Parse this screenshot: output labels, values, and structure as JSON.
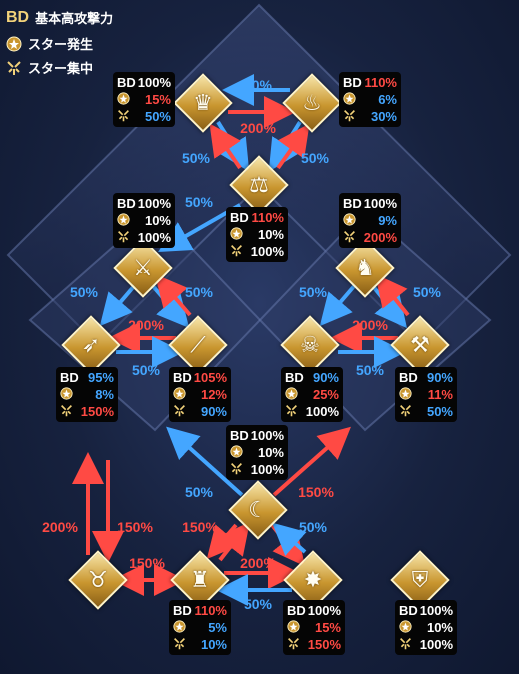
{
  "legend": {
    "bd_abbr": "BD",
    "bd_label": "基本高攻撃力",
    "star_gen_label": "スター発生",
    "star_focus_label": "スター集中"
  },
  "colors": {
    "red": "#ff4a44",
    "blue": "#44a6ff",
    "gold": "#e0b14a"
  },
  "nodes": [
    {
      "id": "caster",
      "icon": "caster-class-icon",
      "glyph": "♛"
    },
    {
      "id": "berserker-top",
      "icon": "flame-mask-icon",
      "glyph": "♨"
    },
    {
      "id": "ruler",
      "icon": "scales-icon",
      "glyph": "⚖"
    },
    {
      "id": "saber",
      "icon": "sword-icon",
      "glyph": "⚔"
    },
    {
      "id": "archer",
      "icon": "bow-icon",
      "glyph": "➶"
    },
    {
      "id": "lancer",
      "icon": "lance-icon",
      "glyph": "⟋"
    },
    {
      "id": "rider",
      "icon": "horse-icon",
      "glyph": "♞"
    },
    {
      "id": "assassin",
      "icon": "skull-icon",
      "glyph": "☠"
    },
    {
      "id": "berserker",
      "icon": "axe-icon",
      "glyph": "⚒"
    },
    {
      "id": "moon",
      "icon": "moon-cancer-icon",
      "glyph": "☾"
    },
    {
      "id": "beast",
      "icon": "beast-icon",
      "glyph": "♉"
    },
    {
      "id": "shielder",
      "icon": "shielder-icon",
      "glyph": "♜"
    },
    {
      "id": "foreigner",
      "icon": "star-burst-icon",
      "glyph": "✸"
    },
    {
      "id": "alter",
      "icon": "crest-icon",
      "glyph": "⛨"
    }
  ],
  "stats": [
    {
      "id": "caster",
      "bd": "100%",
      "bd_c": "white",
      "gen": "15%",
      "gen_c": "red",
      "foc": "50%",
      "foc_c": "blue"
    },
    {
      "id": "berserker-top",
      "bd": "110%",
      "bd_c": "red",
      "gen": "6%",
      "gen_c": "blue",
      "foc": "30%",
      "foc_c": "blue"
    },
    {
      "id": "ruler",
      "bd": "110%",
      "bd_c": "red",
      "gen": "10%",
      "gen_c": "white",
      "foc": "100%",
      "foc_c": "white"
    },
    {
      "id": "saber",
      "bd": "100%",
      "bd_c": "white",
      "gen": "10%",
      "gen_c": "white",
      "foc": "100%",
      "foc_c": "white"
    },
    {
      "id": "rider",
      "bd": "100%",
      "bd_c": "white",
      "gen": "9%",
      "gen_c": "blue",
      "foc": "200%",
      "foc_c": "red"
    },
    {
      "id": "archer",
      "bd": "95%",
      "bd_c": "blue",
      "gen": "8%",
      "gen_c": "blue",
      "foc": "150%",
      "foc_c": "red"
    },
    {
      "id": "lancer",
      "bd": "105%",
      "bd_c": "red",
      "gen": "12%",
      "gen_c": "red",
      "foc": "90%",
      "foc_c": "blue"
    },
    {
      "id": "assassin",
      "bd": "90%",
      "bd_c": "blue",
      "gen": "25%",
      "gen_c": "red",
      "foc": "100%",
      "foc_c": "white"
    },
    {
      "id": "berserker",
      "bd": "90%",
      "bd_c": "blue",
      "gen": "11%",
      "gen_c": "red",
      "foc": "50%",
      "foc_c": "blue"
    },
    {
      "id": "moon",
      "bd": "100%",
      "bd_c": "white",
      "gen": "10%",
      "gen_c": "white",
      "foc": "100%",
      "foc_c": "white"
    },
    {
      "id": "shielder",
      "bd": "110%",
      "bd_c": "red",
      "gen": "5%",
      "gen_c": "blue",
      "foc": "10%",
      "foc_c": "blue"
    },
    {
      "id": "foreigner",
      "bd": "100%",
      "bd_c": "white",
      "gen": "15%",
      "gen_c": "red",
      "foc": "150%",
      "foc_c": "red"
    },
    {
      "id": "alter",
      "bd": "100%",
      "bd_c": "white",
      "gen": "10%",
      "gen_c": "white",
      "foc": "100%",
      "foc_c": "white"
    }
  ],
  "arrow_labels": [
    {
      "id": "top-horizontal-blue",
      "text": "50%",
      "color": "blue"
    },
    {
      "id": "top-horizontal-red",
      "text": "200%",
      "color": "red"
    },
    {
      "id": "top-left-diag",
      "text": "50%",
      "color": "blue"
    },
    {
      "id": "top-right-diag",
      "text": "50%",
      "color": "blue"
    },
    {
      "id": "ruler-left",
      "text": "50%",
      "color": "blue"
    },
    {
      "id": "left-up-left",
      "text": "50%",
      "color": "blue"
    },
    {
      "id": "left-up-right",
      "text": "50%",
      "color": "blue"
    },
    {
      "id": "left-mid-red",
      "text": "200%",
      "color": "red"
    },
    {
      "id": "left-mid-blue",
      "text": "50%",
      "color": "blue"
    },
    {
      "id": "right-up-left",
      "text": "50%",
      "color": "blue"
    },
    {
      "id": "right-up-right",
      "text": "50%",
      "color": "blue"
    },
    {
      "id": "right-mid-red",
      "text": "200%",
      "color": "red"
    },
    {
      "id": "right-mid-blue",
      "text": "50%",
      "color": "blue"
    },
    {
      "id": "moon-left",
      "text": "50%",
      "color": "blue"
    },
    {
      "id": "moon-right",
      "text": "150%",
      "color": "red"
    },
    {
      "id": "bottom-left-200",
      "text": "200%",
      "color": "red"
    },
    {
      "id": "bottom-left-150",
      "text": "150%",
      "color": "red"
    },
    {
      "id": "bottom-mid-150",
      "text": "150%",
      "color": "red"
    },
    {
      "id": "bottom-150-a",
      "text": "150%",
      "color": "red"
    },
    {
      "id": "bottom-200",
      "text": "200%",
      "color": "red"
    },
    {
      "id": "bottom-50-right",
      "text": "50%",
      "color": "blue"
    },
    {
      "id": "bottom-50-low",
      "text": "50%",
      "color": "blue"
    }
  ]
}
